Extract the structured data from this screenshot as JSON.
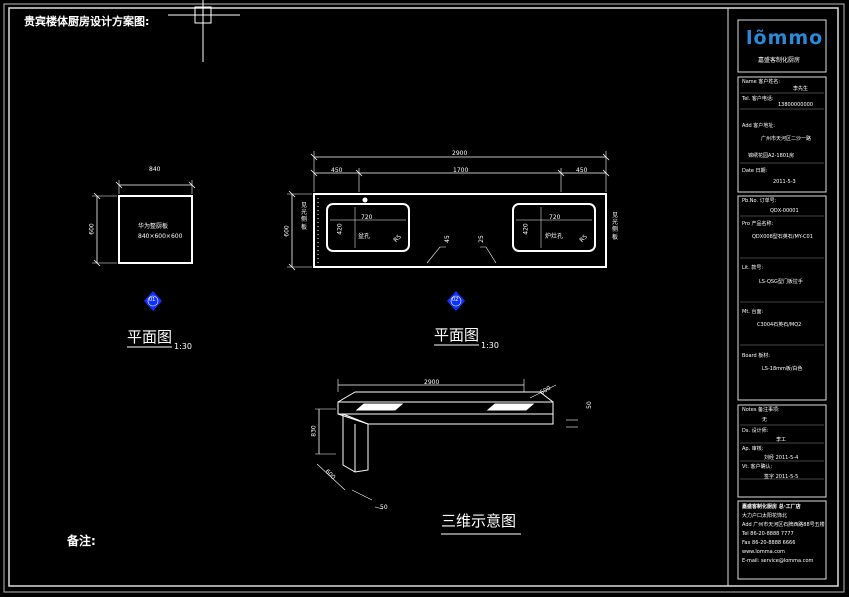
{
  "title": "贵宾楼体厨房设计方案图:",
  "remark": "备注:",
  "plan_left": {
    "label": "平面图",
    "scale": "1:30",
    "dim_top": "840",
    "dim_left": "600",
    "inner_line1": "华为整厨板",
    "inner_line2": "840×600×600"
  },
  "plan_right": {
    "label": "平面图",
    "scale": "1:30",
    "dim_total": "2900",
    "dim_a": "450",
    "dim_b": "1700",
    "dim_c": "450",
    "dim_side_left": "600",
    "side_text_left": "见光侧板",
    "side_text_right": "见光侧板",
    "sink_left_w": "720",
    "sink_left_h": "420",
    "sink_left_label": "盆孔",
    "sink_left_r": "R5",
    "sink_right_w": "720",
    "sink_right_h": "420",
    "sink_right_label": "炉灶孔",
    "sink_right_r": "R5",
    "callout_1": "45",
    "callout_2": "25"
  },
  "view3d": {
    "label": "三维示意图",
    "dim_top": "2900",
    "dim_depth": "600",
    "dim_h": "50",
    "dim_side": "830",
    "dim_depth2": "600",
    "dim_bot": "50"
  },
  "marker_left": "01",
  "marker_right": "02",
  "title_block": {
    "logo": "lõmmo",
    "company": "嘉盛客制化厨房",
    "r1a": "Name 客户姓名:",
    "r1b": "李先生",
    "r2a": "Tel. 客户电话:",
    "r2b": "13800000000",
    "r3a": "Add 客户地址:",
    "r3b": "广州市天河区二沙一路",
    "r3c": "锦绣花园A2-1801房",
    "r4a": "Date 日期:",
    "r4b": "2011-5-3",
    "r5a": "Pb.No. 订单号:",
    "r5b": "QDX-00001",
    "r6a": "Pro 产品名称:",
    "r6b": "QDX008型石英石/MY-C01",
    "r7a": "Lit. 款号:",
    "r7b": "LS-QSG型门板拉手",
    "r8a": "Mt. 台面:",
    "r8b": "C3004石英石/MQ2",
    "r9a": "Board 板材:",
    "r9b": "LS-18mm板/白色",
    "r10a": "Notes 备注事项:",
    "r10b": "无",
    "r11a": "Ds. 设计师:",
    "r11b": "李工",
    "r12a": "Ap. 审核:",
    "r12b": "刘经 2011-5-4",
    "r13a": "Vt. 客户确认:",
    "r13b": "签字 2011-5-5",
    "f1": "嘉盛客制化厨房  总·工厂店",
    "f2": "大力户口太阳花饰北",
    "f3": "Add 广州市天河区石牌西路88号五楼",
    "f4": "Tel 86-20-8888 7777",
    "f5": "Fax 86-20-8888 6666",
    "f6": "www.lomma.com",
    "f7": "E-mail: service@lomma.com"
  }
}
